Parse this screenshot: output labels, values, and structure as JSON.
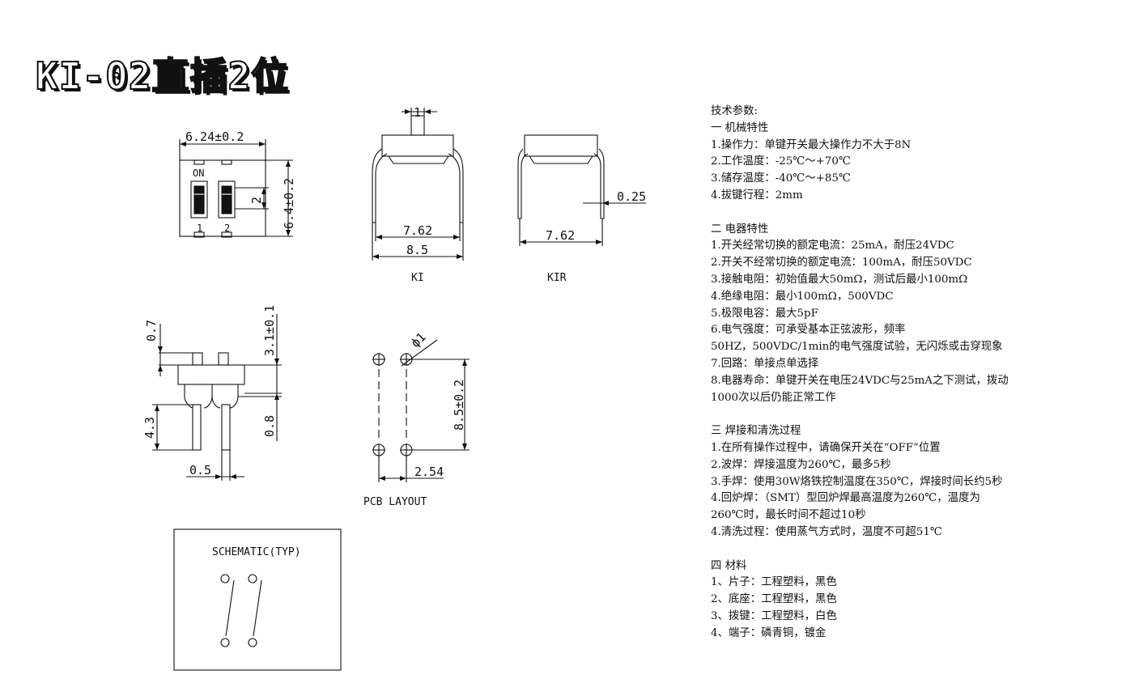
{
  "title": "KI-02直插2位",
  "top_view": {
    "width_dim": "6.24±0.2",
    "height_dim": "6.4±0.2",
    "pitch_dim": "2",
    "on_label": "ON",
    "pin1": "1",
    "pin2": "2"
  },
  "ki_view": {
    "actuator_dim": "1",
    "inner_dim": "7.62",
    "outer_dim": "8.5",
    "caption": "KI"
  },
  "kir_view": {
    "thickness_dim": "0.25",
    "width_dim": "7.62",
    "caption": "KIR"
  },
  "side_view": {
    "actuator_dim": "0.7",
    "height_dim": "3.1±0.1",
    "pin_length_dim": "4.3",
    "step_dim": "0.8",
    "pin_width_dim": "0.5"
  },
  "pcb_layout": {
    "hole_dim": "ф1",
    "vertical_dim": "8.5±0.2",
    "pitch_dim": "2.54",
    "caption": "PCB LAYOUT"
  },
  "schematic": {
    "caption": "SCHEMATIC(TYP)"
  },
  "specs": [
    "技术参数:",
    "一 机械特性",
    "1.操作力：单键开关最大操作力不大于8N",
    "2.工作温度：-25℃～+70℃",
    "3.储存温度：-40℃～+85℃",
    "4.拔键行程：2mm",
    "",
    "二 电器特性",
    "1.开关经常切换的额定电流：25mA，耐压24VDC",
    "2.开关不经常切换的额定电流：100mA，耐压50VDC",
    "3.接触电阻：初始值最大50mΩ，测试后最小100mΩ",
    "4.绝缘电阻：最小100mΩ，500VDC",
    "5.极限电容：最大5pF",
    "6.电气强度：可承受基本正弦波形，频率",
    "50HZ，500VDC/1min的电气强度试验，无闪烁或击穿现象",
    "7.回路：单接点单选择",
    "8.电器寿命：单键开关在电压24VDC与25mA之下测试，拨动",
    "1000次以后仍能正常工作",
    "",
    "三 焊接和清洗过程",
    "1.在所有操作过程中，请确保开关在“OFF”位置",
    "2.波焊：焊接温度为260℃，最多5秒",
    "3.手焊：使用30W烙铁控制温度在350℃，焊接时间长约5秒",
    "4.回炉焊：（SMT）型回炉焊最高温度为260℃，温度为",
    "260℃时，最长时间不超过10秒",
    "4.清洗过程：使用蒸气方式时，温度不可超51℃",
    "",
    "四 材料",
    "1、片子：工程塑料，黑色",
    "2、底座：工程塑料，黑色",
    "3、拨键：工程塑料，白色",
    "4、端子：磷青铜，镀金"
  ]
}
